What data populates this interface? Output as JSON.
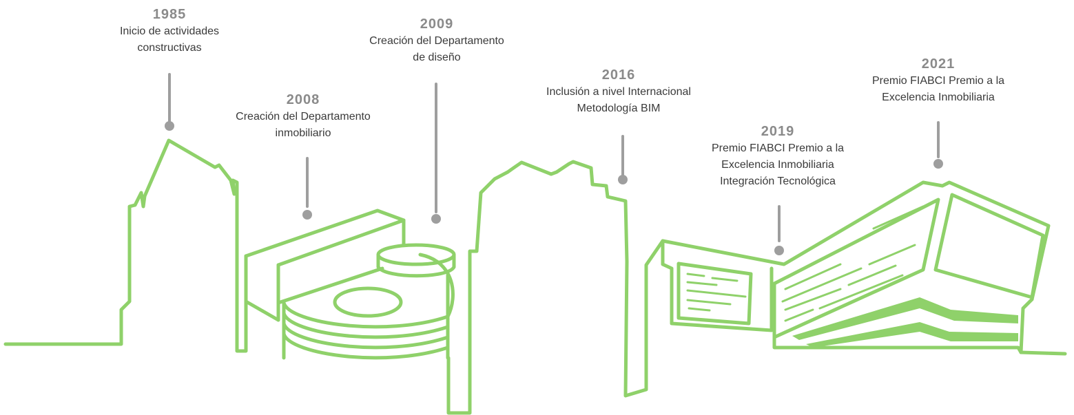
{
  "colors": {
    "outline": "#8fd16a",
    "pin": "#9e9e9e",
    "year": "#8a8a8a",
    "text": "#3a3a3a",
    "background": "#ffffff"
  },
  "milestones": [
    {
      "year": "1985",
      "description": "Inicio de actividades\nconstructivas"
    },
    {
      "year": "2008",
      "description": "Creación del Departamento\ninmobiliario"
    },
    {
      "year": "2009",
      "description": "Creación del Departamento\nde diseño"
    },
    {
      "year": "2016",
      "description": "Inclusión a nivel Internacional\nMetodología BIM"
    },
    {
      "year": "2019",
      "description": "Premio FIABCI Premio a la\nExcelencia Inmobiliaria\nIntegración Tecnológica"
    },
    {
      "year": "2021",
      "description": "Premio FIABCI Premio a la\nExcelencia Inmobiliaria"
    }
  ]
}
